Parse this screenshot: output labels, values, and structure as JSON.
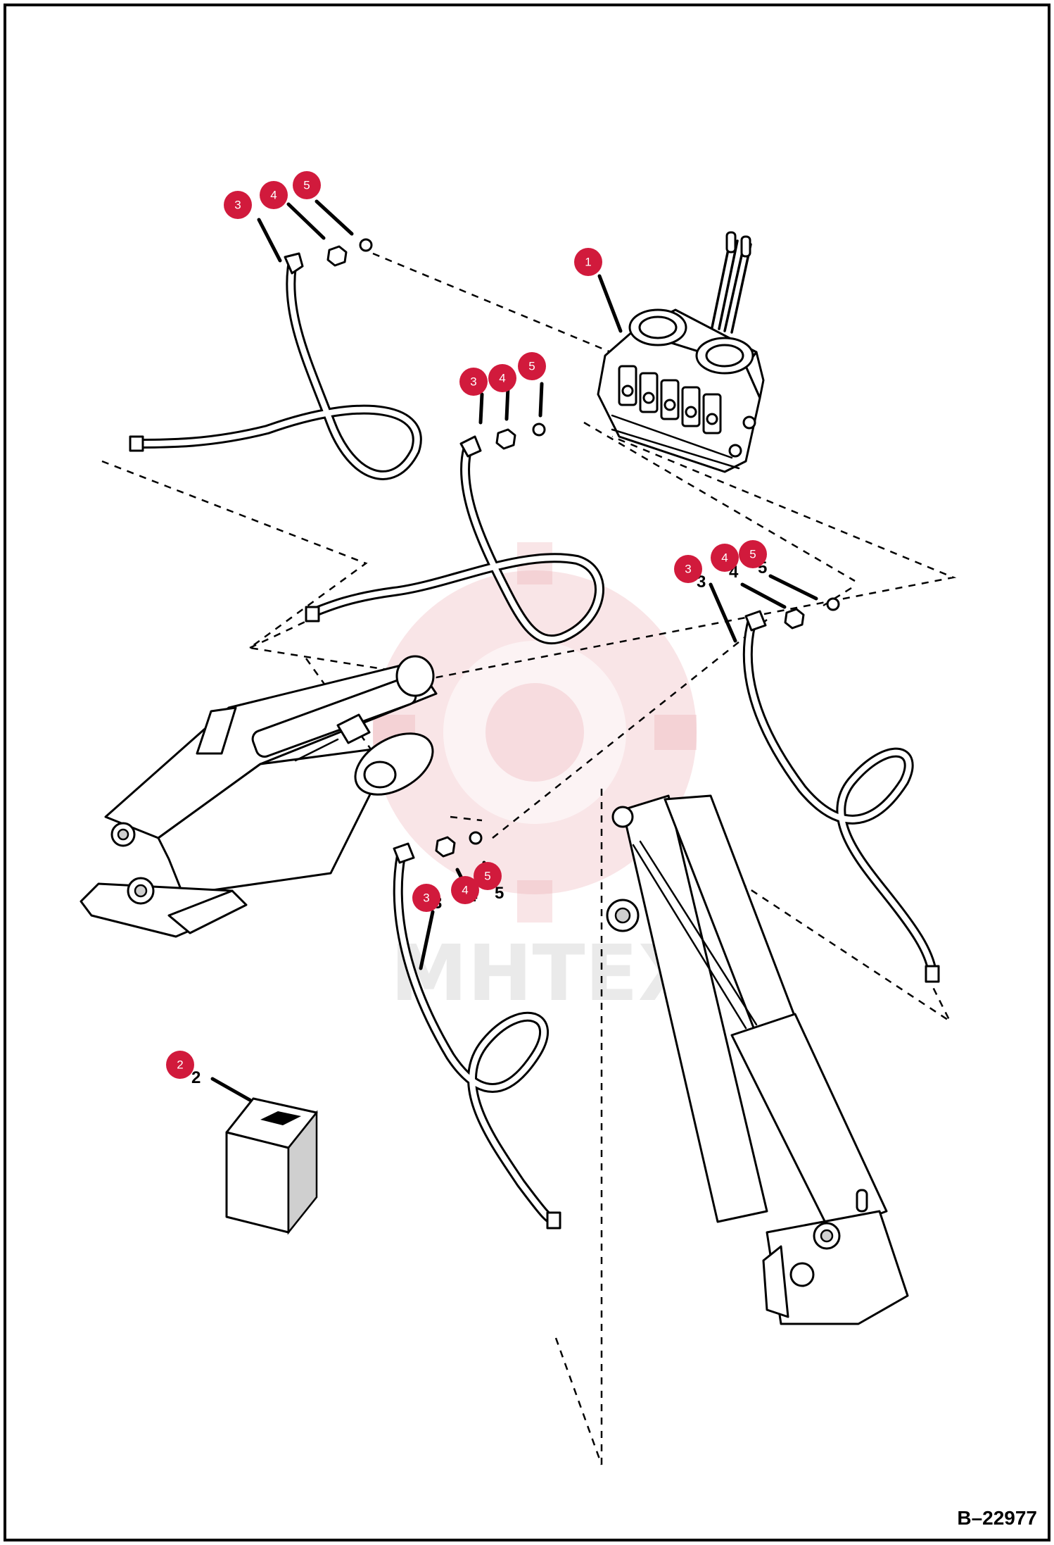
{
  "reference_number": "B–22977",
  "watermark_text": "MHTEX",
  "callouts": [
    {
      "id": "c1",
      "label": "1"
    },
    {
      "id": "c2",
      "label": "2"
    },
    {
      "id": "c3a",
      "label": "3"
    },
    {
      "id": "c4a",
      "label": "4"
    },
    {
      "id": "c5a",
      "label": "5"
    },
    {
      "id": "c3b",
      "label": "3"
    },
    {
      "id": "c4b",
      "label": "4"
    },
    {
      "id": "c5b",
      "label": "5"
    },
    {
      "id": "c3c",
      "label": "3"
    },
    {
      "id": "c4c",
      "label": "4"
    },
    {
      "id": "c5c",
      "label": "5"
    },
    {
      "id": "c3d",
      "label": "3"
    },
    {
      "id": "c4d",
      "label": "4"
    },
    {
      "id": "c5d",
      "label": "5"
    }
  ],
  "colors": {
    "callout": "#d11a3c",
    "watermark": "#e8a0a8",
    "border": "#000000"
  }
}
